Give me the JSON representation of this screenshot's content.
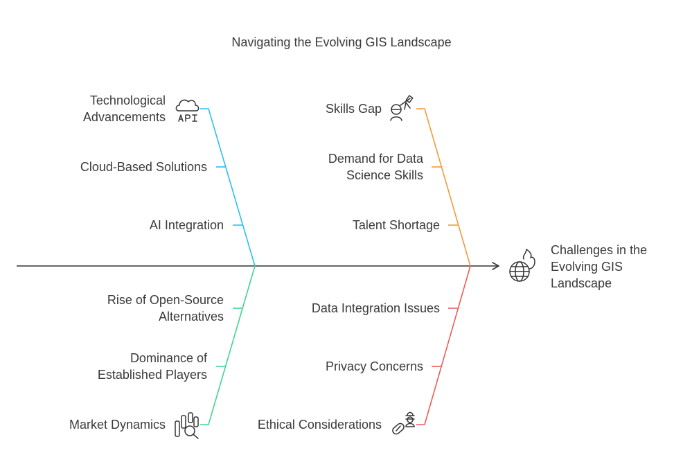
{
  "title": "Navigating the Evolving GIS Landscape",
  "effect": {
    "lines": [
      "Challenges in the",
      "Evolving GIS",
      "Landscape"
    ],
    "icon": "globe-fire-icon"
  },
  "colors": {
    "spine": "#333333",
    "technology": "#29c0ee",
    "skills": "#f4993a",
    "market": "#3fd68c",
    "ethics": "#ee5b5b",
    "icon_stroke": "#333333"
  },
  "categories": {
    "technology": {
      "title_lines": [
        "Technological",
        "Advancements"
      ],
      "icon": "cloud-api-icon",
      "causes": [
        {
          "lines": [
            "Cloud-Based Solutions"
          ]
        },
        {
          "lines": [
            "AI Integration"
          ]
        }
      ]
    },
    "skills": {
      "title_lines": [
        "Skills Gap"
      ],
      "icon": "astronaut-telescope-icon",
      "causes": [
        {
          "lines": [
            "Demand for Data",
            "Science Skills"
          ]
        },
        {
          "lines": [
            "Talent Shortage"
          ]
        }
      ]
    },
    "market": {
      "title_lines": [
        "Market Dynamics"
      ],
      "icon": "market-analysis-icon",
      "causes": [
        {
          "lines": [
            "Rise of Open-Source",
            "Alternatives"
          ]
        },
        {
          "lines": [
            "Dominance of",
            "Established Players"
          ]
        }
      ]
    },
    "ethics": {
      "title_lines": [
        "Ethical Considerations"
      ],
      "icon": "ethics-pill-person-icon",
      "causes": [
        {
          "lines": [
            "Data Integration Issues"
          ]
        },
        {
          "lines": [
            "Privacy Concerns"
          ]
        }
      ]
    }
  }
}
